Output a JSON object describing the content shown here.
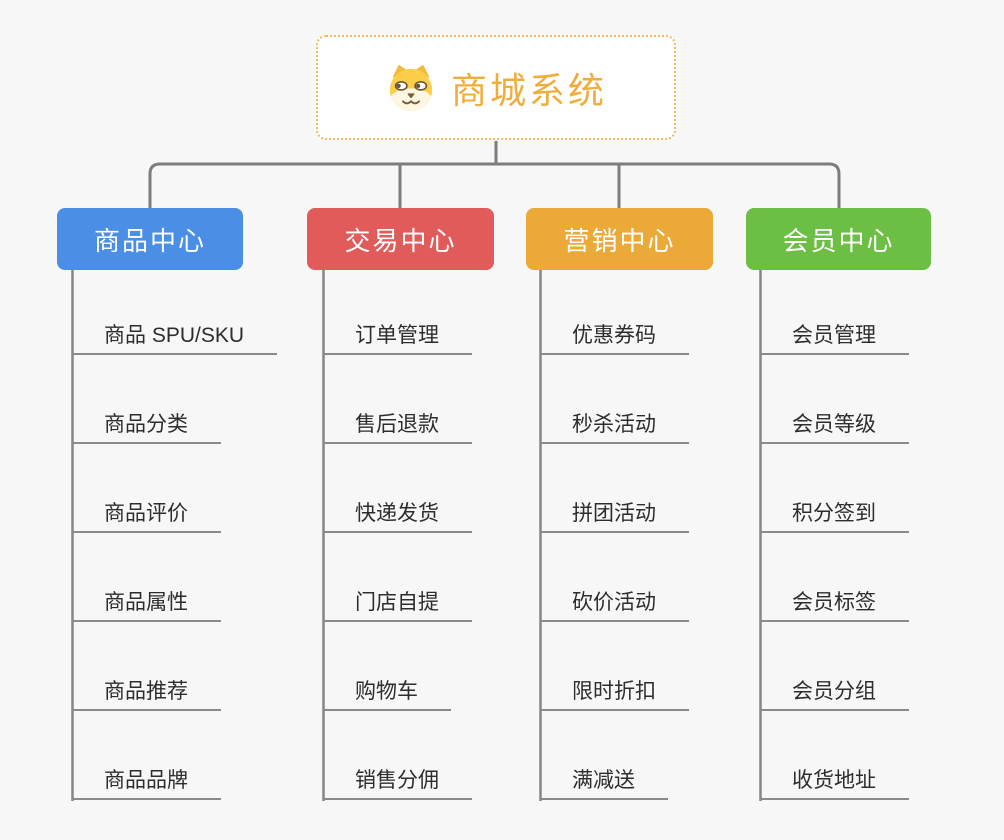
{
  "canvas": {
    "background_color": "#f7f7f7",
    "connector_color": "#7d7d7d",
    "leaf_line_color": "#8a8a8a",
    "leaf_text_color": "#2d2d2d"
  },
  "root": {
    "label": "商城系统",
    "icon": "dog-face-icon",
    "text_color": "#f0ac3c",
    "border_color": "#f2b95f",
    "fill_color": "#ffffff"
  },
  "branches": [
    {
      "label": "商品中心",
      "color": "#4a8ee6",
      "items": [
        "商品 SPU/SKU",
        "商品分类",
        "商品评价",
        "商品属性",
        "商品推荐",
        "商品品牌"
      ]
    },
    {
      "label": "交易中心",
      "color": "#e25b5b",
      "items": [
        "订单管理",
        "售后退款",
        "快递发货",
        "门店自提",
        "购物车",
        "销售分佣"
      ]
    },
    {
      "label": "营销中心",
      "color": "#eba937",
      "items": [
        "优惠券码",
        "秒杀活动",
        "拼团活动",
        "砍价活动",
        "限时折扣",
        "满减送"
      ]
    },
    {
      "label": "会员中心",
      "color": "#6cbe44",
      "items": [
        "会员管理",
        "会员等级",
        "积分签到",
        "会员标签",
        "会员分组",
        "收货地址"
      ]
    }
  ]
}
